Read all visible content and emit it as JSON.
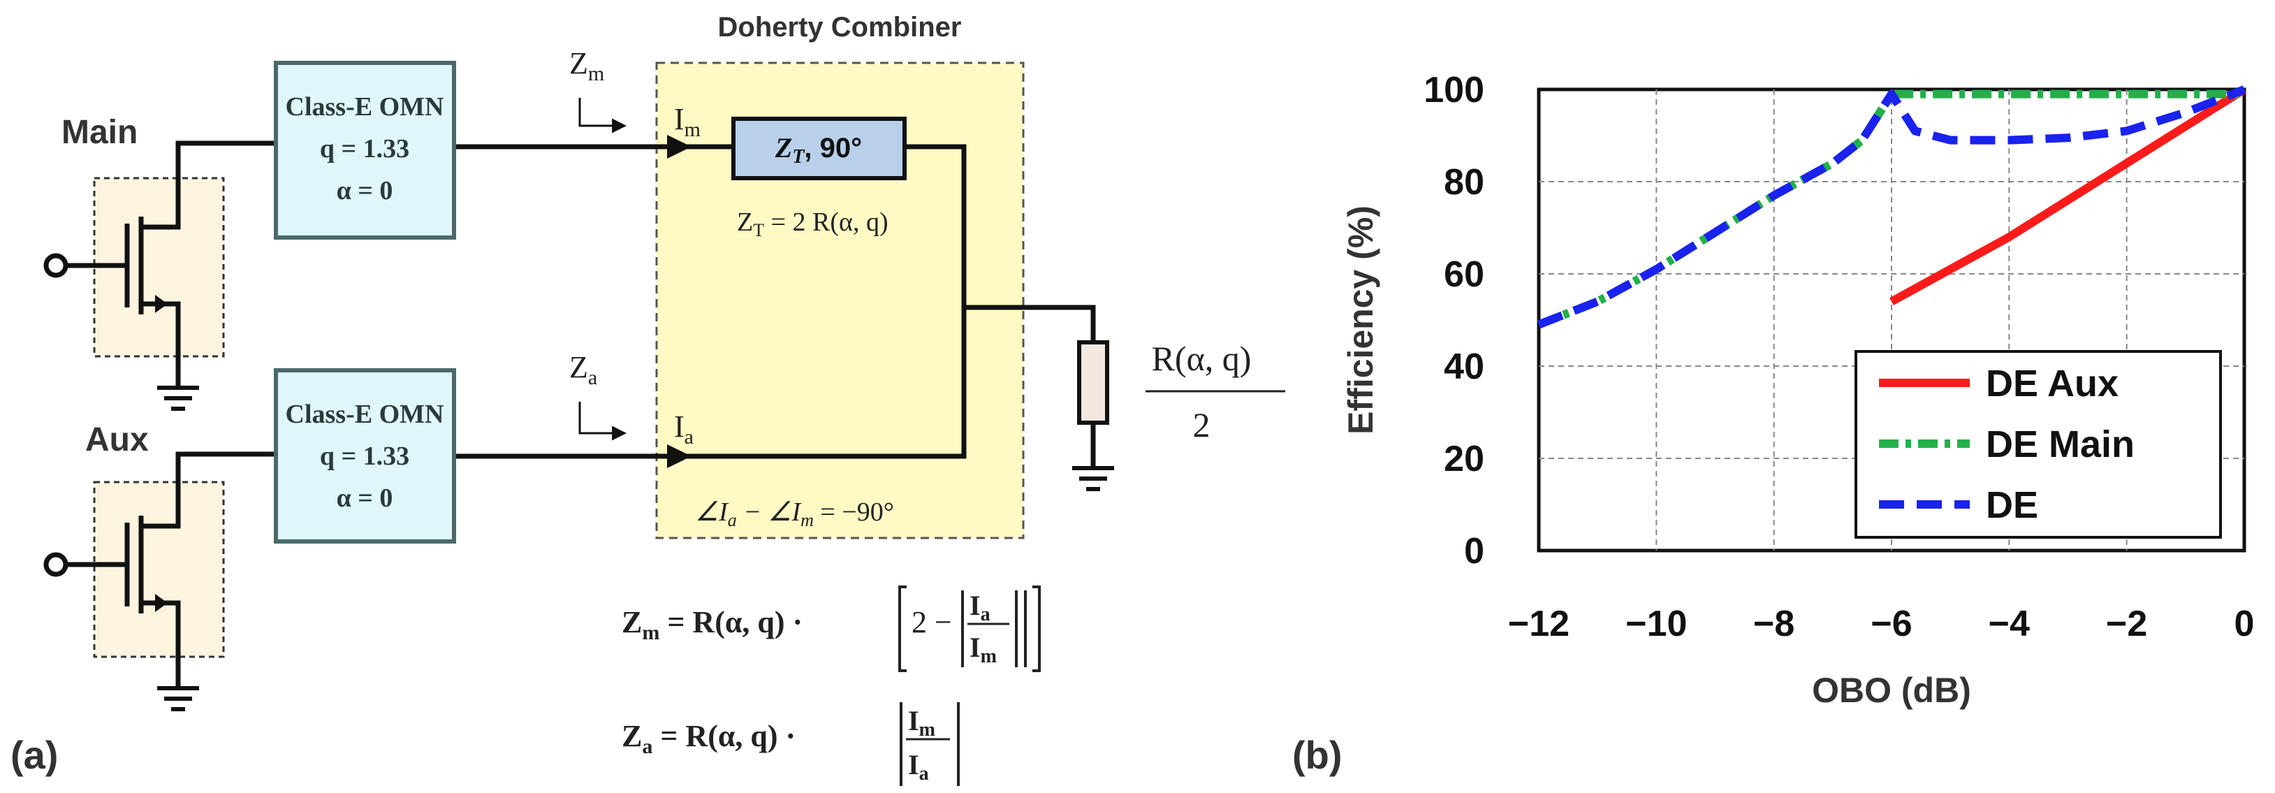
{
  "panel_a": {
    "label": "(a)",
    "main_label": "Main",
    "aux_label": "Aux",
    "combiner_title": "Doherty Combiner",
    "omn_main": {
      "line1": "Class-E OMN",
      "line2": "q = 1.33",
      "line3": "α = 0"
    },
    "omn_aux": {
      "line1": "Class-E OMN",
      "line2": "q = 1.33",
      "line3": "α = 0"
    },
    "zm_label": "Z",
    "zm_sub": "m",
    "za_label": "Z",
    "za_sub": "a",
    "im_label": "I",
    "im_sub": "m",
    "ia_label": "I",
    "ia_sub": "a",
    "tline_label": "Z",
    "tline_sub": "T",
    "tline_suffix": ", 90°",
    "zt_eq": "Z",
    "zt_eq_sub": "T",
    "zt_eq_rhs": " = 2 R(α, q)",
    "phase_eq": "∠I",
    "phase_a": "a",
    "phase_mid": " − ∠I",
    "phase_m": "m",
    "phase_rhs": " = −90°",
    "load_num": "R(α, q)",
    "load_den": "2",
    "eq_zm_lhs": "Z",
    "eq_zm_sub": "m",
    "eq_zm_rhs": " = R(α, q) · [2 − |I",
    "eq_zm_frac_num": "I",
    "eq_zm_frac_num_sub": "a",
    "eq_zm_frac_den": "I",
    "eq_zm_frac_den_sub": "m",
    "eq_za_lhs": "Z",
    "eq_za_sub": "a",
    "eq_za_rhs": " = R(α, q) · |",
    "eq_za_frac_num": "I",
    "eq_za_frac_num_sub": "m",
    "eq_za_frac_den": "I",
    "eq_za_frac_den_sub": "a",
    "eq_prefix_rhs": " = R(α, q) ·",
    "eq_zm_bracket_open": "2 −",
    "colors": {
      "omn_fill": "#dff6fa",
      "omn_stroke": "#4a6a6a",
      "combiner_fill": "#fffac4",
      "transistor_fill": "#fdf4e0",
      "tline_fill": "#b8d0ea",
      "resistor_fill": "#f3e7e0"
    }
  },
  "panel_b": {
    "label": "(b)",
    "chart_data": {
      "type": "line",
      "xlabel": "OBO (dB)",
      "ylabel": "Efficiency (%)",
      "xlim": [
        -12,
        0
      ],
      "ylim": [
        0,
        100
      ],
      "xticks": [
        "−12",
        "−10",
        "−8",
        "−6",
        "−4",
        "−2",
        "0"
      ],
      "yticks": [
        "0",
        "20",
        "40",
        "60",
        "80",
        "100"
      ],
      "xtick_values": [
        -12,
        -10,
        -8,
        -6,
        -4,
        -2,
        0
      ],
      "ytick_values": [
        0,
        20,
        40,
        60,
        80,
        100
      ],
      "grid": true,
      "legend_position": "bottom-right",
      "series": [
        {
          "name": "DE Aux",
          "color": "#ff1a1a",
          "dash": "solid",
          "x": [
            -6,
            -5,
            -4,
            -3,
            -2,
            -1,
            0
          ],
          "y": [
            54,
            61,
            68,
            76,
            84,
            92,
            100
          ]
        },
        {
          "name": "DE Main",
          "color": "#22b04a",
          "dash": "dashdot",
          "x": [
            -12,
            -11,
            -10,
            -9,
            -8,
            -7,
            -6.5,
            -6,
            -5,
            -4,
            -3,
            -2,
            -1,
            0
          ],
          "y": [
            49,
            54,
            61,
            69,
            77,
            84,
            89,
            99,
            99,
            99,
            99,
            99,
            99,
            99
          ]
        },
        {
          "name": "DE",
          "color": "#1a22ee",
          "dash": "dash",
          "x": [
            -12,
            -11,
            -10,
            -9,
            -8,
            -7,
            -6.5,
            -6,
            -5.6,
            -5,
            -4,
            -3,
            -2,
            -1,
            0
          ],
          "y": [
            49,
            54,
            61,
            69,
            77,
            84,
            89,
            99,
            91,
            89,
            89,
            89.5,
            91,
            95,
            100
          ]
        }
      ]
    }
  }
}
